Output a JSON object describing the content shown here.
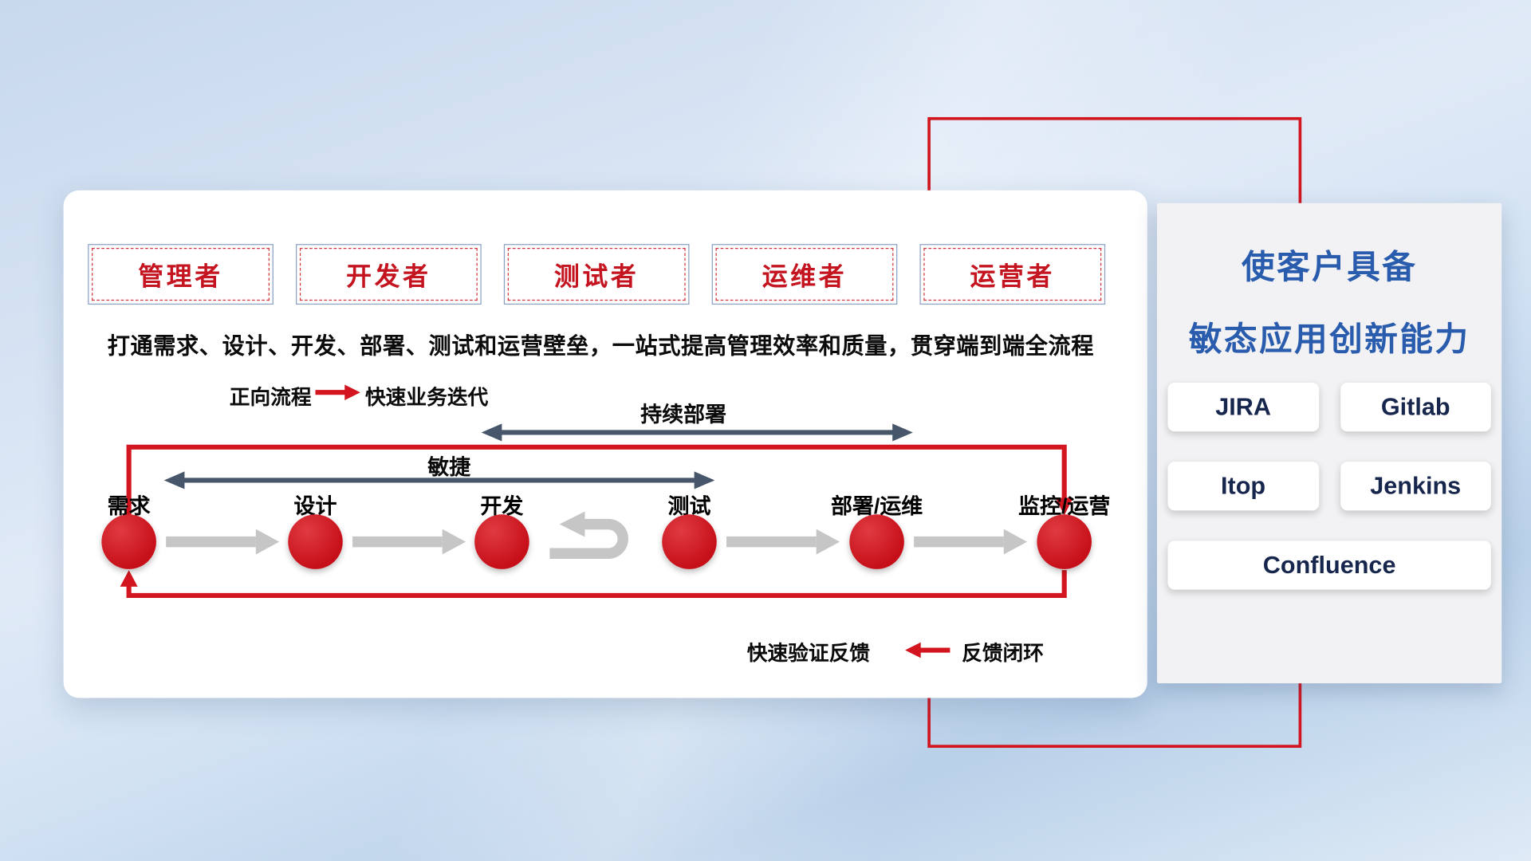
{
  "colors": {
    "accent_red": "#d2151e",
    "title_blue": "#2a5cae",
    "dark_arrow": "#47566a",
    "gray_arrow": "#c6c6c6",
    "role_text": "#c41420"
  },
  "card": {
    "roles": [
      "管理者",
      "开发者",
      "测试者",
      "运维者",
      "运营者"
    ],
    "subtitle": "打通需求、设计、开发、部署、测试和运营壁垒，一站式提高管理效率和质量，贯穿端到端全流程",
    "legend_forward_label": "正向流程",
    "legend_forward_desc": "快速业务迭代",
    "arrow_continuous_deploy": "持续部署",
    "arrow_agile": "敏捷",
    "stages": [
      "需求",
      "设计",
      "开发",
      "测试",
      "部署/运维",
      "监控/运营"
    ],
    "legend_feedback_desc": "快速验证反馈",
    "legend_feedback_label": "反馈闭环"
  },
  "panel": {
    "title_line1": "使客户具备",
    "title_line2": "敏态应用创新能力",
    "tools": [
      "JIRA",
      "Gitlab",
      "Itop",
      "Jenkins",
      "Confluence"
    ]
  }
}
